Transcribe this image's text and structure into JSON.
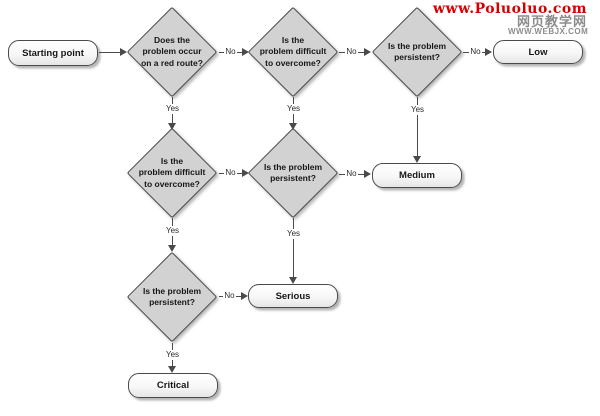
{
  "watermark": {
    "poluoluo": "www.Poluoluo.com",
    "chinese": "网页教学网",
    "webjx": "WWW.WEBJX.COM"
  },
  "labels": {
    "yes": "Yes",
    "no": "No"
  },
  "nodes": {
    "start": {
      "label": "Starting point",
      "shape": "rounded-rect"
    },
    "red_route": {
      "label": "Does the\nproblem occur\non a red route?",
      "shape": "diamond"
    },
    "difficult_top": {
      "label": "Is the\nproblem difficult\nto overcome?",
      "shape": "diamond"
    },
    "persistent_top": {
      "label": "Is the problem\npersistent?",
      "shape": "diamond"
    },
    "difficult_mid": {
      "label": "Is the\nproblem difficult\nto overcome?",
      "shape": "diamond"
    },
    "persistent_mid": {
      "label": "Is the problem\npersistent?",
      "shape": "diamond"
    },
    "persistent_bottom": {
      "label": "Is the problem\npersistent?",
      "shape": "diamond"
    },
    "low": {
      "label": "Low",
      "shape": "rounded-rect"
    },
    "medium": {
      "label": "Medium",
      "shape": "rounded-rect"
    },
    "serious": {
      "label": "Serious",
      "shape": "rounded-rect"
    },
    "critical": {
      "label": "Critical",
      "shape": "rounded-rect"
    }
  },
  "edges": [
    {
      "from": "start",
      "to": "red_route",
      "label": ""
    },
    {
      "from": "red_route",
      "to": "difficult_top",
      "label": "No"
    },
    {
      "from": "red_route",
      "to": "difficult_mid",
      "label": "Yes"
    },
    {
      "from": "difficult_top",
      "to": "persistent_top",
      "label": "No"
    },
    {
      "from": "difficult_top",
      "to": "persistent_mid",
      "label": "Yes"
    },
    {
      "from": "persistent_top",
      "to": "low",
      "label": "No"
    },
    {
      "from": "persistent_top",
      "to": "medium",
      "label": "Yes"
    },
    {
      "from": "difficult_mid",
      "to": "persistent_mid",
      "label": "No"
    },
    {
      "from": "difficult_mid",
      "to": "persistent_bottom",
      "label": "Yes"
    },
    {
      "from": "persistent_mid",
      "to": "medium",
      "label": "No"
    },
    {
      "from": "persistent_mid",
      "to": "serious",
      "label": "Yes"
    },
    {
      "from": "persistent_bottom",
      "to": "serious",
      "label": "No"
    },
    {
      "from": "persistent_bottom",
      "to": "critical",
      "label": "Yes"
    }
  ],
  "colors": {
    "diamond_fill": "#d2d2d2",
    "node_border": "#4a4a4a",
    "connector": "#4a4a4a",
    "watermark_red": "#d40000",
    "watermark_gray": "#8c8c8c",
    "background": "#ffffff"
  }
}
